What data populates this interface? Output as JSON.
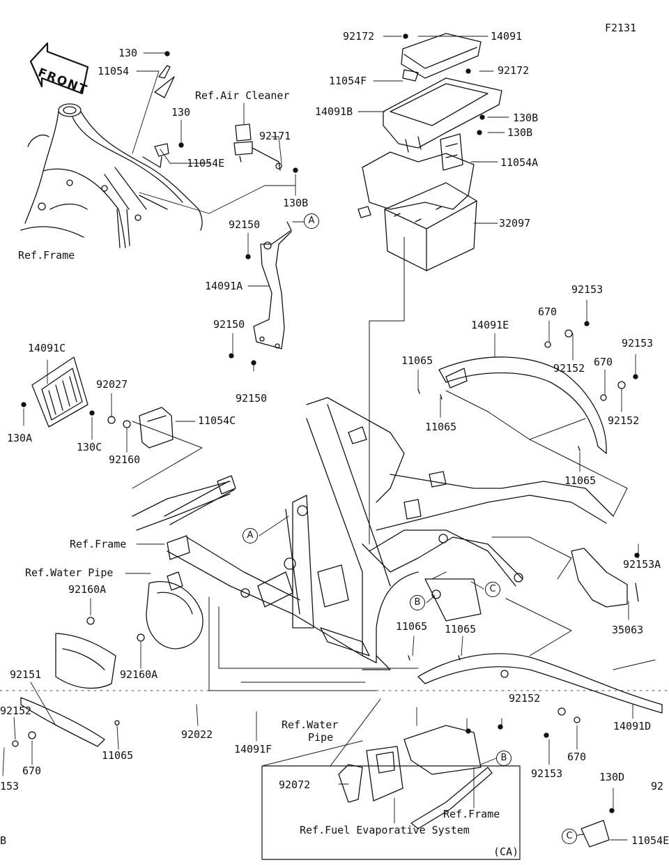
{
  "diagram": {
    "code": "F2131",
    "front_label": "FRONT",
    "ca_label": "(CA)",
    "part_labels": {
      "p130_top": "130",
      "p11054": "11054",
      "p130_mid": "130",
      "p11054E": "11054E",
      "ref_air_cleaner": "Ref.Air Cleaner",
      "p92171": "92171",
      "p130B_left": "130B",
      "ref_frame_top": "Ref.Frame",
      "p92172_top": "92172",
      "p14091": "14091",
      "p92172_right": "92172",
      "p11054F": "11054F",
      "p14091B": "14091B",
      "p130B_r1": "130B",
      "p130B_r2": "130B",
      "p11054A": "11054A",
      "p32097": "32097",
      "p92150_a": "92150",
      "p14091A": "14091A",
      "p92150_b": "92150",
      "p92150_c": "92150",
      "p92153_a": "92153",
      "p670_a": "670",
      "p14091E": "14091E",
      "p92153_b": "92153",
      "p670_b": "670",
      "p92152_a": "92152",
      "p92152_b": "92152",
      "p11065_a": "11065",
      "p11065_b": "11065",
      "p11065_c": "11065",
      "p14091C": "14091C",
      "p92027": "92027",
      "p11054C": "11054C",
      "p130A": "130A",
      "p130C": "130C",
      "p92160": "92160",
      "ref_frame_mid": "Ref.Frame",
      "ref_water_pipe_top": "Ref.Water Pipe",
      "p92160A_a": "92160A",
      "p92160A_b": "92160A",
      "p92153A": "92153A",
      "p35063": "35063",
      "p11065_d": "11065",
      "p11065_e": "11065",
      "p92151": "92151",
      "p92152_left": "92152",
      "p153_left": "153",
      "p670_left": "670",
      "p11065_left": "11065",
      "p92022": "92022",
      "p14091F": "14091F",
      "ref_water_pipe_bot_1": "Ref.Water",
      "ref_water_pipe_bot_2": "Pipe",
      "p92152_mid": "92152",
      "p14091D": "14091D",
      "p670_right": "670",
      "p92153_right": "92153",
      "p130D": "130D",
      "p92_edge": "92",
      "p11054_edge": "11054E",
      "p92072": "92072",
      "ref_frame_bot": "Ref.Frame",
      "ref_fuel_evap": "Ref.Fuel Evaporative System",
      "b_edge": "B"
    },
    "circle_refs": {
      "a1": "A",
      "a2": "A",
      "b1": "B",
      "b2": "B",
      "c1": "C",
      "c2": "C"
    }
  }
}
